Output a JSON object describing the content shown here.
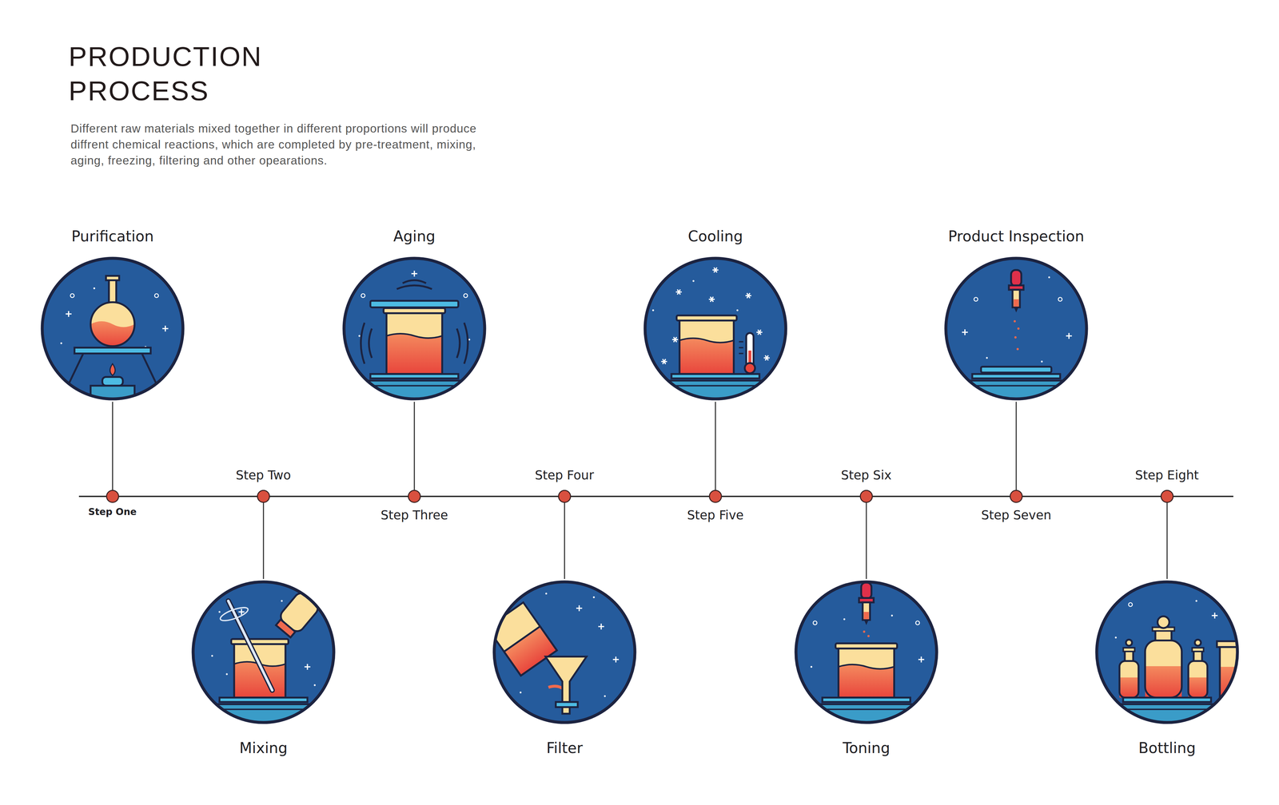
{
  "diagram": {
    "title": "PRODUCTION PROCESS",
    "caption": "Different raw materials mixed together in different proportions will produce diffrent chemical reactions, which are completed by pre-treatment, mixing, aging, freezing, filtering and other opearations.",
    "nodes": [
      {
        "text": [
          "Purification"
        ]
      },
      {
        "text": [
          "Mixing"
        ]
      },
      {
        "text": [
          "Aging"
        ]
      },
      {
        "text": [
          "Filter"
        ]
      },
      {
        "text": [
          "Cooling"
        ]
      },
      {
        "text": [
          "Toning"
        ]
      },
      {
        "text": [
          "Product Inspection"
        ]
      },
      {
        "text": [
          "Bottling"
        ]
      }
    ],
    "labels": [
      "Step One",
      "Step Two",
      "Step Three",
      "Step Four",
      "Step Five",
      "Step Six",
      "Step Seven",
      "Step Eight"
    ]
  }
}
